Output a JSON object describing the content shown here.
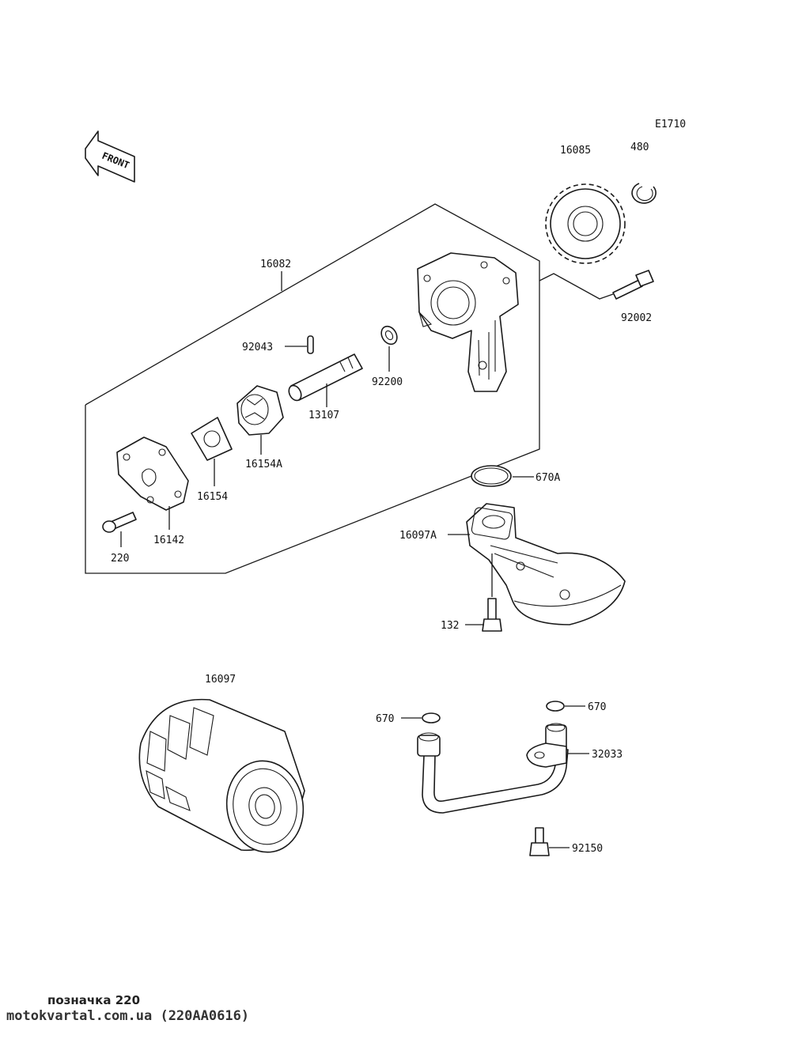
{
  "diagram": {
    "code": "E1710",
    "front_label": "FRONT",
    "parts": {
      "p16085": "16085",
      "p480": "480",
      "p16082": "16082",
      "p92002": "92002",
      "p92043": "92043",
      "p92200": "92200",
      "p13107": "13107",
      "p16154A": "16154A",
      "p16154": "16154",
      "p16142": "16142",
      "p220": "220",
      "p670A": "670A",
      "p16097A": "16097A",
      "p132": "132",
      "p16097": "16097",
      "p670a": "670",
      "p670b": "670",
      "p32033": "32033",
      "p92150": "92150"
    }
  },
  "footer": {
    "caption": "позначка 220",
    "source": "motokvartal.com.ua (220AA0616)"
  }
}
